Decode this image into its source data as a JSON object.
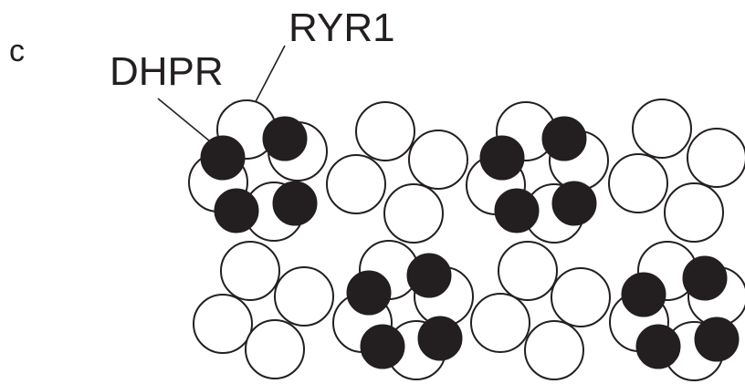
{
  "panel_label": "c",
  "labels": {
    "ryr1": "RYR1",
    "dhpr": "DHPR"
  },
  "colors": {
    "ryr1_fill": "#ffffff",
    "dhpr_fill": "#231f20",
    "stroke": "#231f20"
  }
}
